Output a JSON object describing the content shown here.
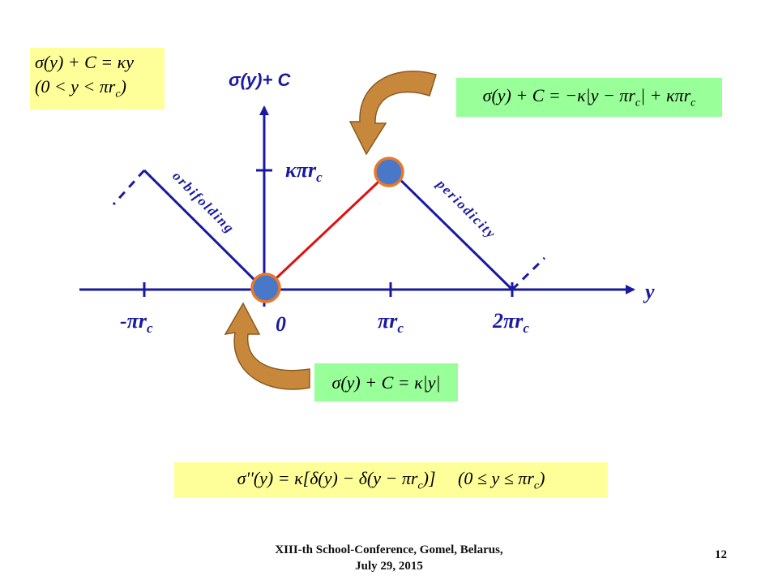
{
  "colors": {
    "axis": "#1a1aa0",
    "red_segment": "#e01010",
    "yellow_box": "#ffff99",
    "green_box": "#99ff99",
    "marker_fill": "#4a78c8",
    "marker_ring": "#e8782a",
    "arrow_fill": "#c8883c"
  },
  "labels": {
    "y_axis": "σ(y)+ C",
    "x_axis": "y",
    "kappa_pi_rc": "κπr",
    "kappa_pi_rc_sub": "c",
    "neg_pi_rc": "-πr",
    "neg_pi_rc_sub": "c",
    "zero": "0",
    "pi_rc": "πr",
    "pi_rc_sub": "c",
    "two_pi_rc": "2πr",
    "two_pi_rc_sub": "c",
    "orbifolding": "orbifolding",
    "periodicity": "periodicity"
  },
  "equations": {
    "top_left_line1": "σ(y) + C = κy",
    "top_left_line2": "(0 < y < πr",
    "top_left_line2_sub": "c",
    "top_left_line2_end": ")",
    "top_right": "σ(y) + C = −κ|y − πr",
    "top_right_sub1": "c",
    "top_right_mid": "| + κπr",
    "top_right_sub2": "c",
    "middle": "σ(y) + C = κ|y|",
    "bottom": "σ''(y) = κ[δ(y) − δ(y − πr",
    "bottom_sub": "c",
    "bottom_mid": ")]     (0 ≤ y ≤ πr",
    "bottom_sub2": "c",
    "bottom_end": ")"
  },
  "footer": {
    "conference_line1": "XIII-th School-Conference, Gomel, Belarus,",
    "conference_line2": "July 29, 2015",
    "page_number": "12"
  }
}
